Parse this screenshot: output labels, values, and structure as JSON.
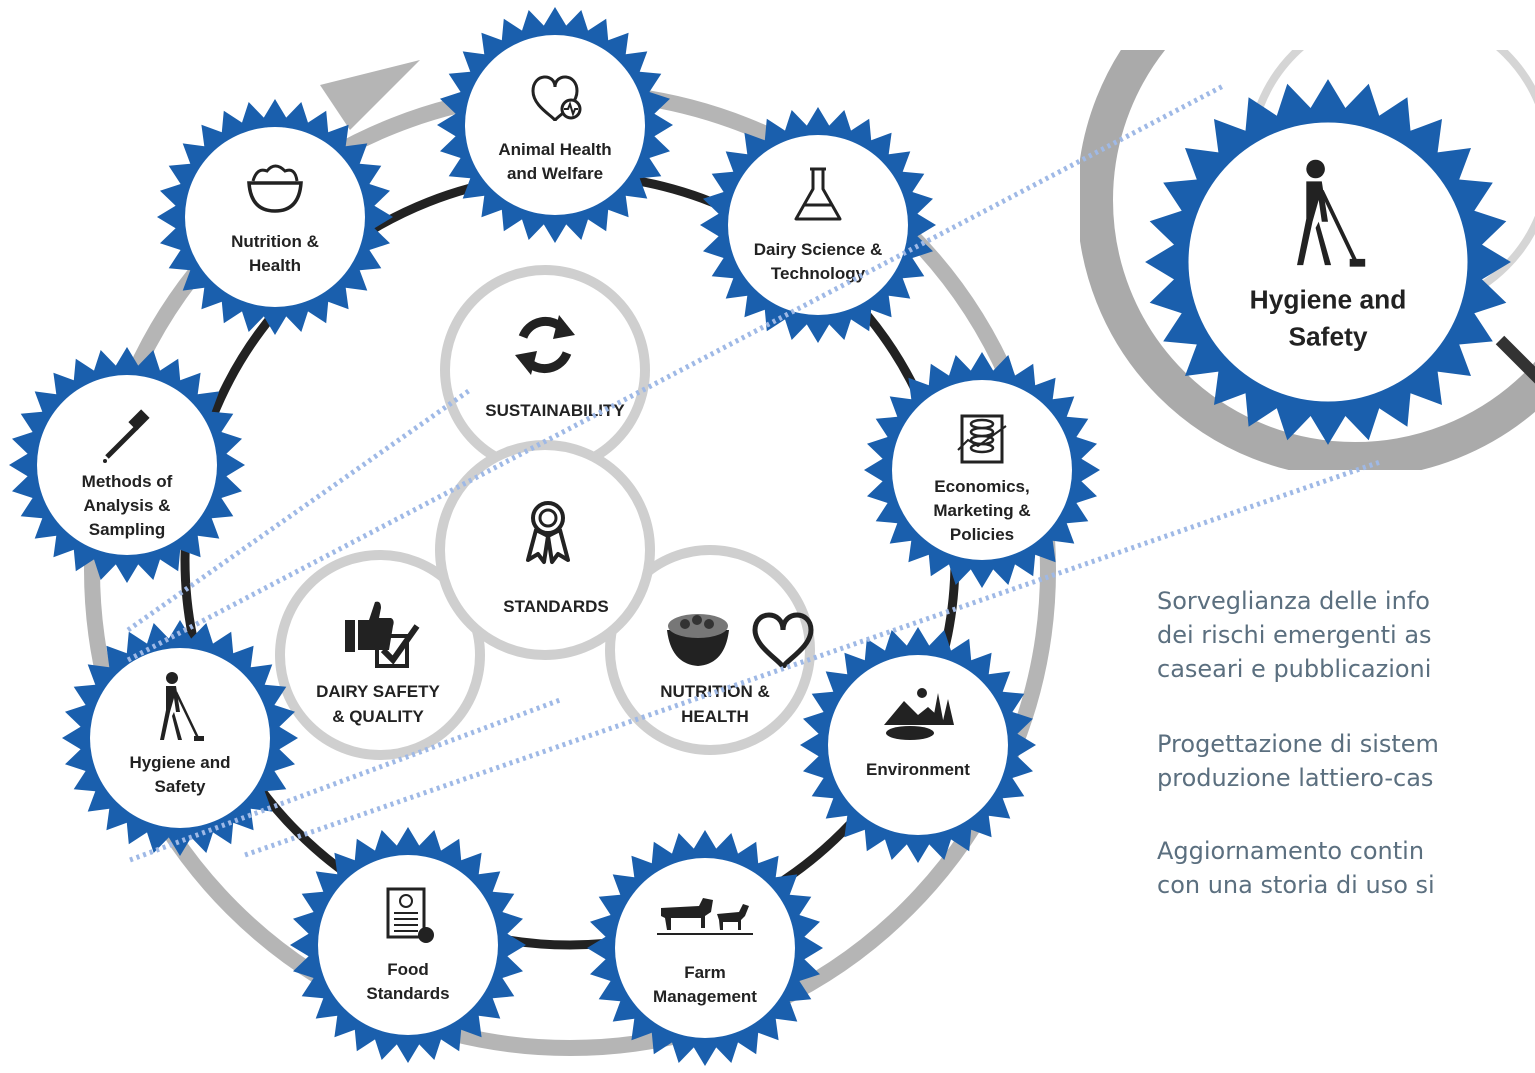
{
  "center": {
    "sustainability": "SUSTAINABILITY",
    "standards": "STANDARDS",
    "dairy_safety_l1": "DAIRY SAFETY",
    "dairy_safety_l2": "& QUALITY",
    "nutrition_l1": "NUTRITION &",
    "nutrition_l2": "HEALTH"
  },
  "badges": [
    {
      "id": "animal-health",
      "icon": "heart-pulse-icon",
      "lines": [
        "Animal Health",
        "and Welfare"
      ]
    },
    {
      "id": "dairy-science",
      "icon": "flask-icon",
      "lines": [
        "Dairy Science &",
        "Technology"
      ]
    },
    {
      "id": "economics",
      "icon": "coins-chart-icon",
      "lines": [
        "Economics,",
        "Marketing &",
        "Policies"
      ]
    },
    {
      "id": "environment",
      "icon": "landscape-icon",
      "lines": [
        "Environment"
      ]
    },
    {
      "id": "farm-management",
      "icon": "cow-goat-icon",
      "lines": [
        "Farm",
        "Management"
      ]
    },
    {
      "id": "food-standards",
      "icon": "certificate-icon",
      "lines": [
        "Food",
        "Standards"
      ]
    },
    {
      "id": "hygiene-safety",
      "icon": "person-mopping-icon",
      "lines": [
        "Hygiene and",
        "Safety"
      ]
    },
    {
      "id": "methods-analysis",
      "icon": "pipette-icon",
      "lines": [
        "Methods of",
        "Analysis &",
        "Sampling"
      ]
    },
    {
      "id": "nutrition-health",
      "icon": "bowl-icon",
      "lines": [
        "Nutrition &",
        "Health"
      ]
    }
  ],
  "zoom": {
    "lines": [
      "Hygiene and",
      "Safety"
    ]
  },
  "paragraphs": [
    [
      "Sorveglianza delle info",
      "dei rischi emergenti as",
      "caseari e pubblicazioni"
    ],
    [
      "Progettazione di sistem",
      "produzione lattiero-cas"
    ],
    [
      "Aggiornamento contin",
      "con una storia di uso si"
    ]
  ],
  "colors": {
    "badge_blue": "#1a5fad",
    "ring_gray": "#b5b5b5",
    "dark": "#222222",
    "text_gray": "#5b6f7f",
    "dotted_blue": "#9fb9e6"
  }
}
